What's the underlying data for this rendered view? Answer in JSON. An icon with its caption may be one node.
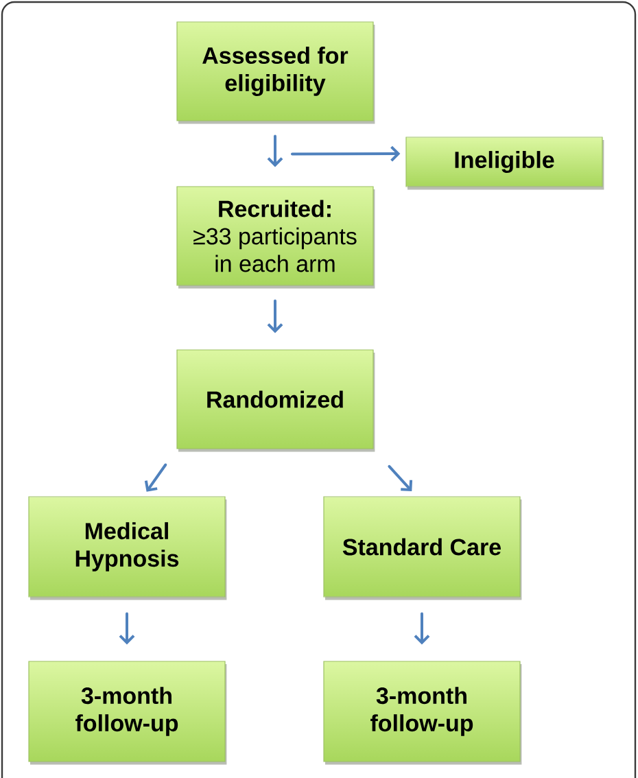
{
  "diagram": {
    "nodes": [
      {
        "text": [
          "Assessed for eligibility"
        ]
      },
      {
        "text": [
          "Ineligible"
        ]
      },
      {
        "text": [
          "Recruited:",
          "≥33 participants in each arm"
        ]
      },
      {
        "text": [
          "Randomized"
        ]
      },
      {
        "text": [
          "Medical Hypnosis"
        ]
      },
      {
        "text": [
          "Standard Care"
        ]
      },
      {
        "text": [
          "3-month follow-up"
        ]
      },
      {
        "text": [
          "3-month follow-up"
        ]
      }
    ],
    "edges": [
      {
        "from": 0,
        "to": 2,
        "arrow": "to"
      },
      {
        "from": 0,
        "to": 1,
        "arrow": "to"
      },
      {
        "from": 2,
        "to": 3,
        "arrow": "to"
      },
      {
        "from": 3,
        "to": 4,
        "arrow": "to"
      },
      {
        "from": 3,
        "to": 5,
        "arrow": "to"
      },
      {
        "from": 4,
        "to": 6,
        "arrow": "to"
      },
      {
        "from": 5,
        "to": 7,
        "arrow": "to"
      }
    ]
  }
}
